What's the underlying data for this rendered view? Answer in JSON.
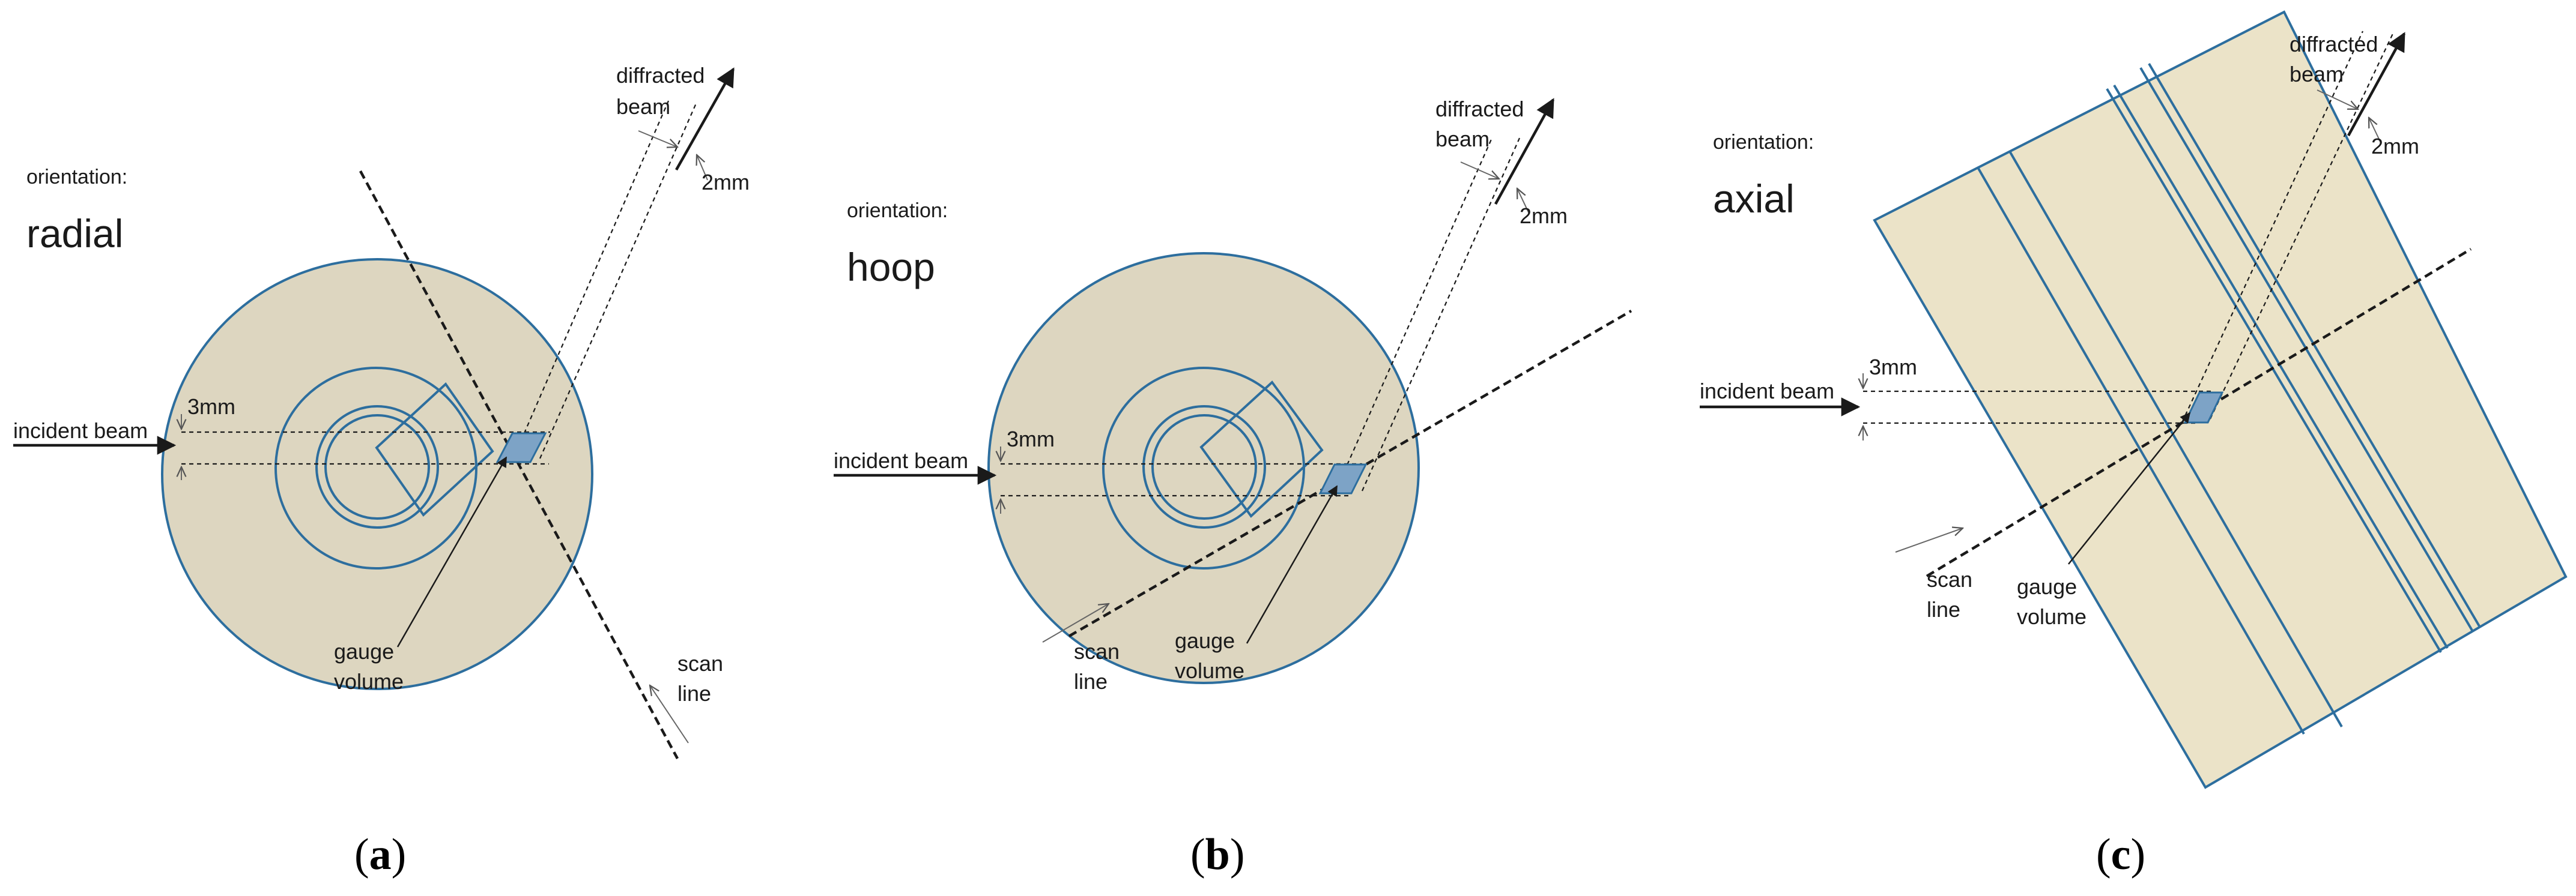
{
  "panels": [
    {
      "id": "a",
      "orientation_label": "orientation:",
      "orientation": "radial",
      "incident_beam": "incident beam",
      "diffracted_beam": [
        "diffracted",
        "beam"
      ],
      "gauge_volume": [
        "gauge",
        "volume"
      ],
      "scan_line": [
        "scan",
        "line"
      ],
      "dim_3mm": "3mm",
      "dim_2mm": "2mm",
      "caption": {
        "open": "(",
        "letter": "a",
        "close": ")"
      }
    },
    {
      "id": "b",
      "orientation_label": "orientation:",
      "orientation": "hoop",
      "incident_beam": "incident beam",
      "diffracted_beam": [
        "diffracted",
        "beam"
      ],
      "gauge_volume": [
        "gauge",
        "volume"
      ],
      "scan_line": [
        "scan",
        "line"
      ],
      "dim_3mm": "3mm",
      "dim_2mm": "2mm",
      "caption": {
        "open": "(",
        "letter": "b",
        "close": ")"
      }
    },
    {
      "id": "c",
      "orientation_label": "orientation:",
      "orientation": "axial",
      "incident_beam": "incident beam",
      "diffracted_beam": [
        "diffracted",
        "beam"
      ],
      "gauge_volume": [
        "gauge",
        "volume"
      ],
      "scan_line": [
        "scan",
        "line"
      ],
      "dim_3mm": "3mm",
      "dim_2mm": "2mm",
      "caption": {
        "open": "(",
        "letter": "c",
        "close": ")"
      }
    }
  ],
  "colors": {
    "disc_fill": "#ddd6c0",
    "rect_fill": "#ebe3c8",
    "outline": "#2d6e9e",
    "gauge_fill": "#7da3c6",
    "ink": "#1a1a1a",
    "leader": "#888888"
  }
}
